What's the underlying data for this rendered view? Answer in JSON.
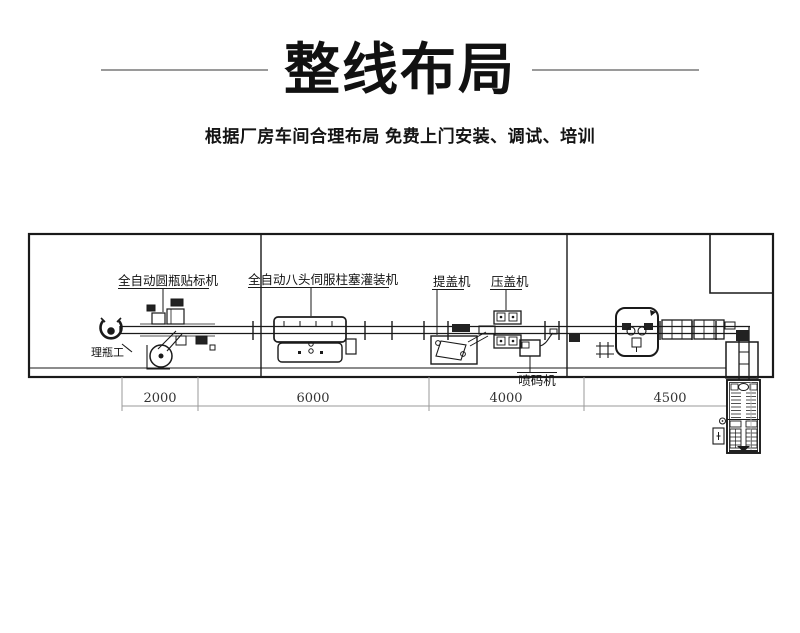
{
  "header": {
    "title": "整线布局",
    "subtitle": "根据厂房车间合理布局 免费上门安装、调试、培训"
  },
  "diagram": {
    "labels": {
      "labeling_machine": "全自动圆瓶贴标机",
      "filling_machine": "全自动八头伺服柱塞灌装机",
      "cap_feeder": "提盖机",
      "capping_machine": "压盖机",
      "coding_machine": "喷码机",
      "worker": "理瓶工"
    },
    "dimensions": {
      "section1": "2000",
      "section2": "6000",
      "section3": "4000",
      "section4": "4500"
    },
    "colors": {
      "line": "#1a1a1a",
      "dimension_line": "#9a9a9a"
    }
  }
}
